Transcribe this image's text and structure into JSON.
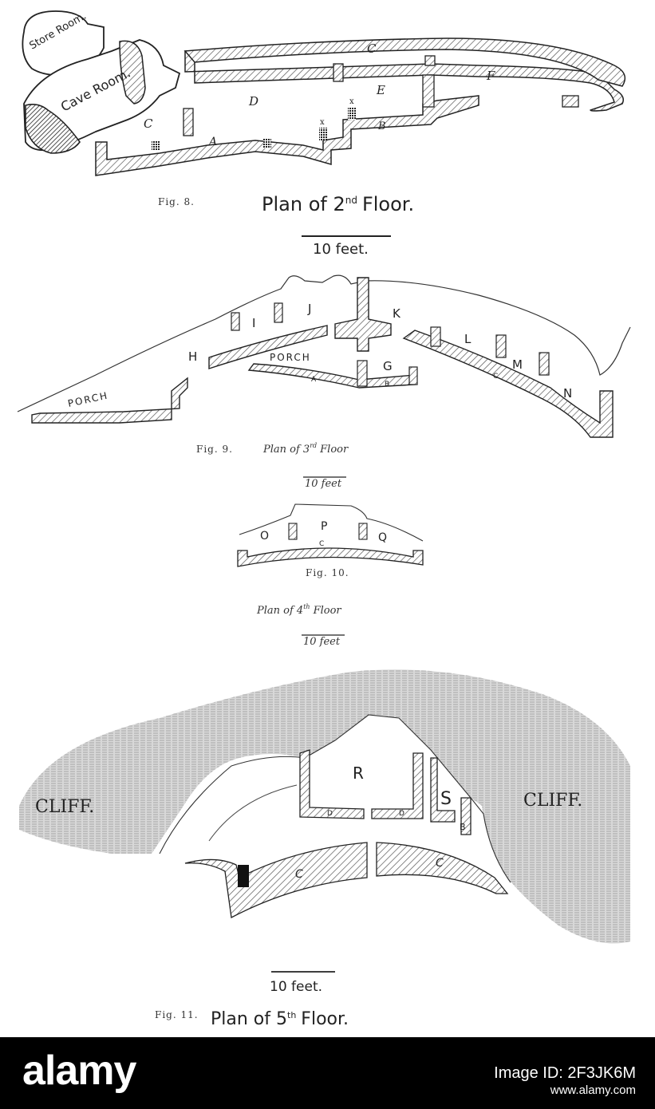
{
  "fig8": {
    "fig": "Fig. 8.",
    "title_prefix": "Plan of 2",
    "title_sup": "nd",
    "title_suffix": "Floor.",
    "scale": "10 feet.",
    "rooms": {
      "store": "Store Room.",
      "cave": "Cave Room.",
      "c": "C",
      "d": "D",
      "e": "E",
      "f": "F",
      "a": "A",
      "b": "B",
      "c2": "C"
    },
    "marks": {
      "x1": "x",
      "x2": "x"
    }
  },
  "fig9": {
    "fig": "Fig. 9.",
    "title_prefix": "Plan of 3",
    "title_sup": "rd",
    "title_suffix": "Floor",
    "scale": "10 feet",
    "rooms": {
      "porch1": "PORCH",
      "porch2": "PORCH",
      "h": "H",
      "i": "I",
      "j": "J",
      "k": "K",
      "g": "G",
      "l": "L",
      "m": "M",
      "n": "N",
      "a": "A",
      "b": "B",
      "c": "C"
    }
  },
  "fig10": {
    "fig": "Fig. 10.",
    "title_prefix": "Plan of 4",
    "title_sup": "th",
    "title_suffix": "Floor",
    "scale": "10 feet",
    "rooms": {
      "o": "O",
      "p": "P",
      "q": "Q",
      "c": "C"
    }
  },
  "fig11": {
    "fig": "Fig. 11.",
    "title_prefix": "Plan of 5",
    "title_sup": "th",
    "title_suffix": "Floor.",
    "scale": "10 feet.",
    "cliff_left": "CLIFF.",
    "cliff_right": "CLIFF.",
    "rooms": {
      "r": "R",
      "s": "S",
      "c1": "C",
      "c2": "C",
      "d1": "D",
      "d2": "D",
      "b": "B"
    }
  },
  "banner": {
    "logo": "alamy",
    "image_id": "Image ID: 2F3JK6M",
    "url": "www.alamy.com"
  }
}
